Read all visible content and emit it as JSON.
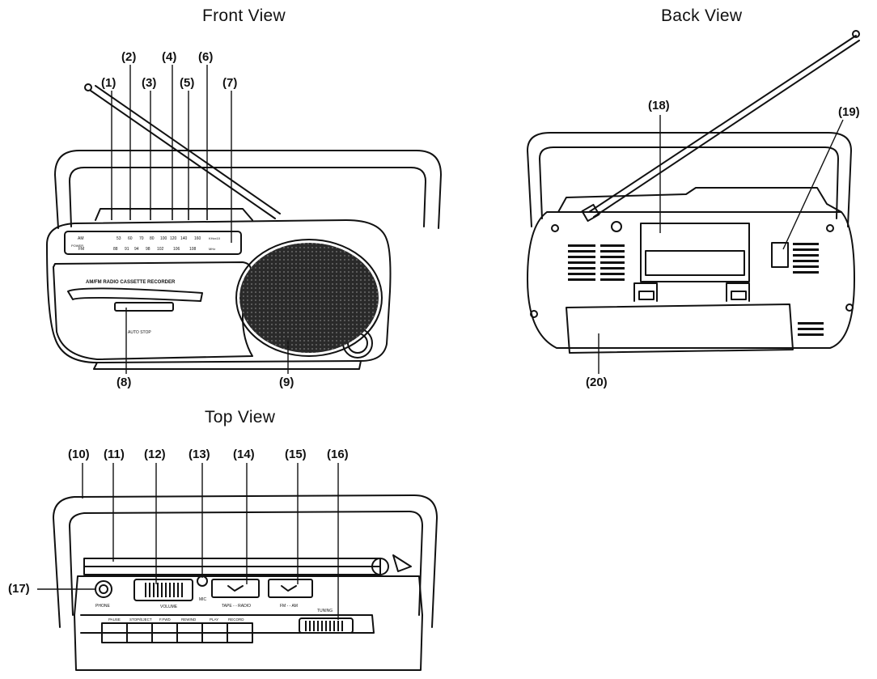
{
  "titles": {
    "front": "Front View",
    "back": "Back View",
    "top": "Top View"
  },
  "callouts": {
    "c1": "(1)",
    "c2": "(2)",
    "c3": "(3)",
    "c4": "(4)",
    "c5": "(5)",
    "c6": "(6)",
    "c7": "(7)",
    "c8": "(8)",
    "c9": "(9)",
    "c10": "(10)",
    "c11": "(11)",
    "c12": "(12)",
    "c13": "(13)",
    "c14": "(14)",
    "c15": "(15)",
    "c16": "(16)",
    "c17": "(17)",
    "c18": "(18)",
    "c19": "(19)",
    "c20": "(20)"
  },
  "front_panel": {
    "dial_am": "AM",
    "am_scale": [
      "53",
      "60",
      "70",
      "80",
      "100",
      "120",
      "140",
      "160"
    ],
    "am_unit": "KHzx10",
    "dial_fm": "FM",
    "fm_scale": [
      "88",
      "91",
      "94",
      "98",
      "102",
      "106",
      "108"
    ],
    "fm_unit": "MHz",
    "power": "POWER",
    "model": "AM/FM RADIO CASSETTE RECORDER",
    "auto_stop": "AUTO STOP"
  },
  "top_panel": {
    "phone": "PHONE",
    "volume": "VOLUME",
    "mic": "MIC",
    "tape_radio": "TAPE -  - RADIO",
    "fm_am": "FM -  - AM",
    "tuning": "TUNING",
    "keys": [
      "PAUSE",
      "STOP/EJECT",
      "F.FWD",
      "REWIND",
      "PLAY",
      "RECORD"
    ]
  }
}
